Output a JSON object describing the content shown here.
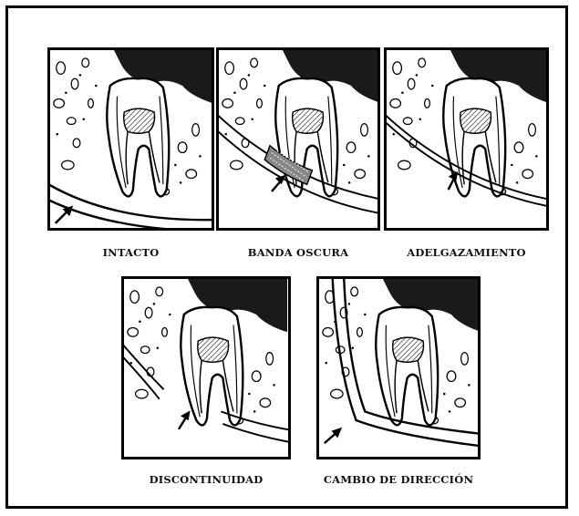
{
  "panels": [
    {
      "id": "intacto",
      "label": "INTACTO"
    },
    {
      "id": "banda-oscura",
      "label": "BANDA OSCURA"
    },
    {
      "id": "adelgazamiento",
      "label": "ADELGAZAMIENTO"
    },
    {
      "id": "discontinuidad",
      "label": "DISCONTINUIDAD"
    },
    {
      "id": "cambio-de-direccion",
      "label": "CAMBIO DE DIRECCIÓN"
    }
  ],
  "colors": {
    "ink": "#000000",
    "crown": "#1a1a1a",
    "paper": "#ffffff"
  }
}
